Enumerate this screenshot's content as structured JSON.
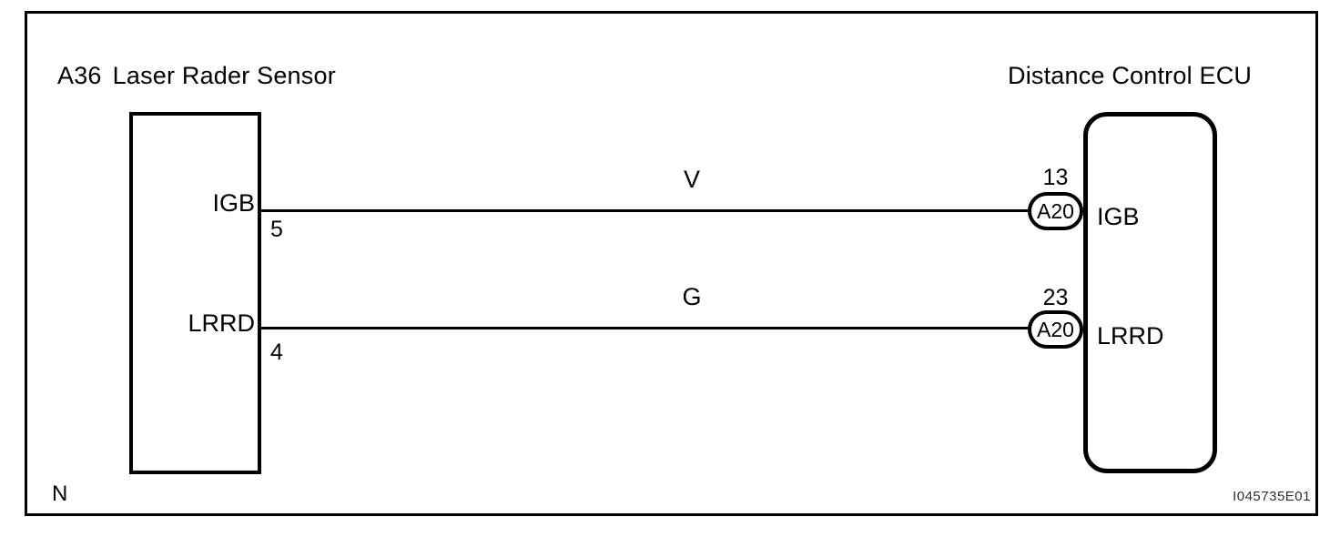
{
  "diagram": {
    "title_left": {
      "code": "A36",
      "name": "Laser Rader Sensor"
    },
    "title_right": "Distance Control ECU",
    "corner_label": "N",
    "figure_id": "I045735E01",
    "colors": {
      "line": "#000000",
      "background": "#ffffff",
      "figure_id_text": "#2e2e2e"
    },
    "left_component": {
      "pins": [
        {
          "label": "IGB",
          "number": "5"
        },
        {
          "label": "LRRD",
          "number": "4"
        }
      ]
    },
    "wires": [
      {
        "label": "V"
      },
      {
        "label": "G"
      }
    ],
    "right_component": {
      "pins": [
        {
          "number": "13",
          "connector": "A20",
          "label": "IGB"
        },
        {
          "number": "23",
          "connector": "A20",
          "label": "LRRD"
        }
      ]
    }
  }
}
